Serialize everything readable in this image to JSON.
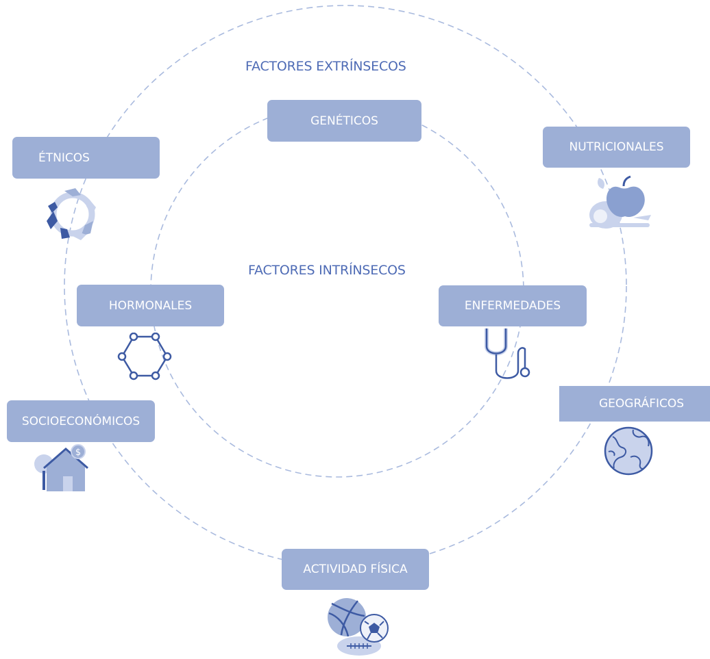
{
  "titles": {
    "extrinsic": "FACTORES EXTRÍNSECOS",
    "intrinsic": "FACTORES INTRÍNSECOS"
  },
  "factors": {
    "geneticos": "GENÉTICOS",
    "etnicos": "ÉTNICOS",
    "nutricionales": "NUTRICIONALES",
    "hormonales": "HORMONALES",
    "enfermedades": "ENFERMEDADES",
    "socioeconomicos": "SOCIOECONÓMICOS",
    "geograficos": "GEOGRÁFICOS",
    "actividad_fisica": "ACTIVIDAD FÍSICA"
  },
  "colors": {
    "box_fill": "#9dafd6",
    "title_text": "#4e6bb5",
    "circle_stroke": "#a9bade",
    "icon_dark": "#3d5aa3",
    "icon_light": "#c9d3ec"
  },
  "icons": {
    "etnicos": "hands-circle-icon",
    "nutricionales": "apple-food-icon",
    "hormonales": "hexagon-molecule-icon",
    "enfermedades": "stethoscope-icon",
    "socioeconomicos": "house-money-icon",
    "geograficos": "globe-icon",
    "actividad_fisica": "sports-balls-icon"
  }
}
